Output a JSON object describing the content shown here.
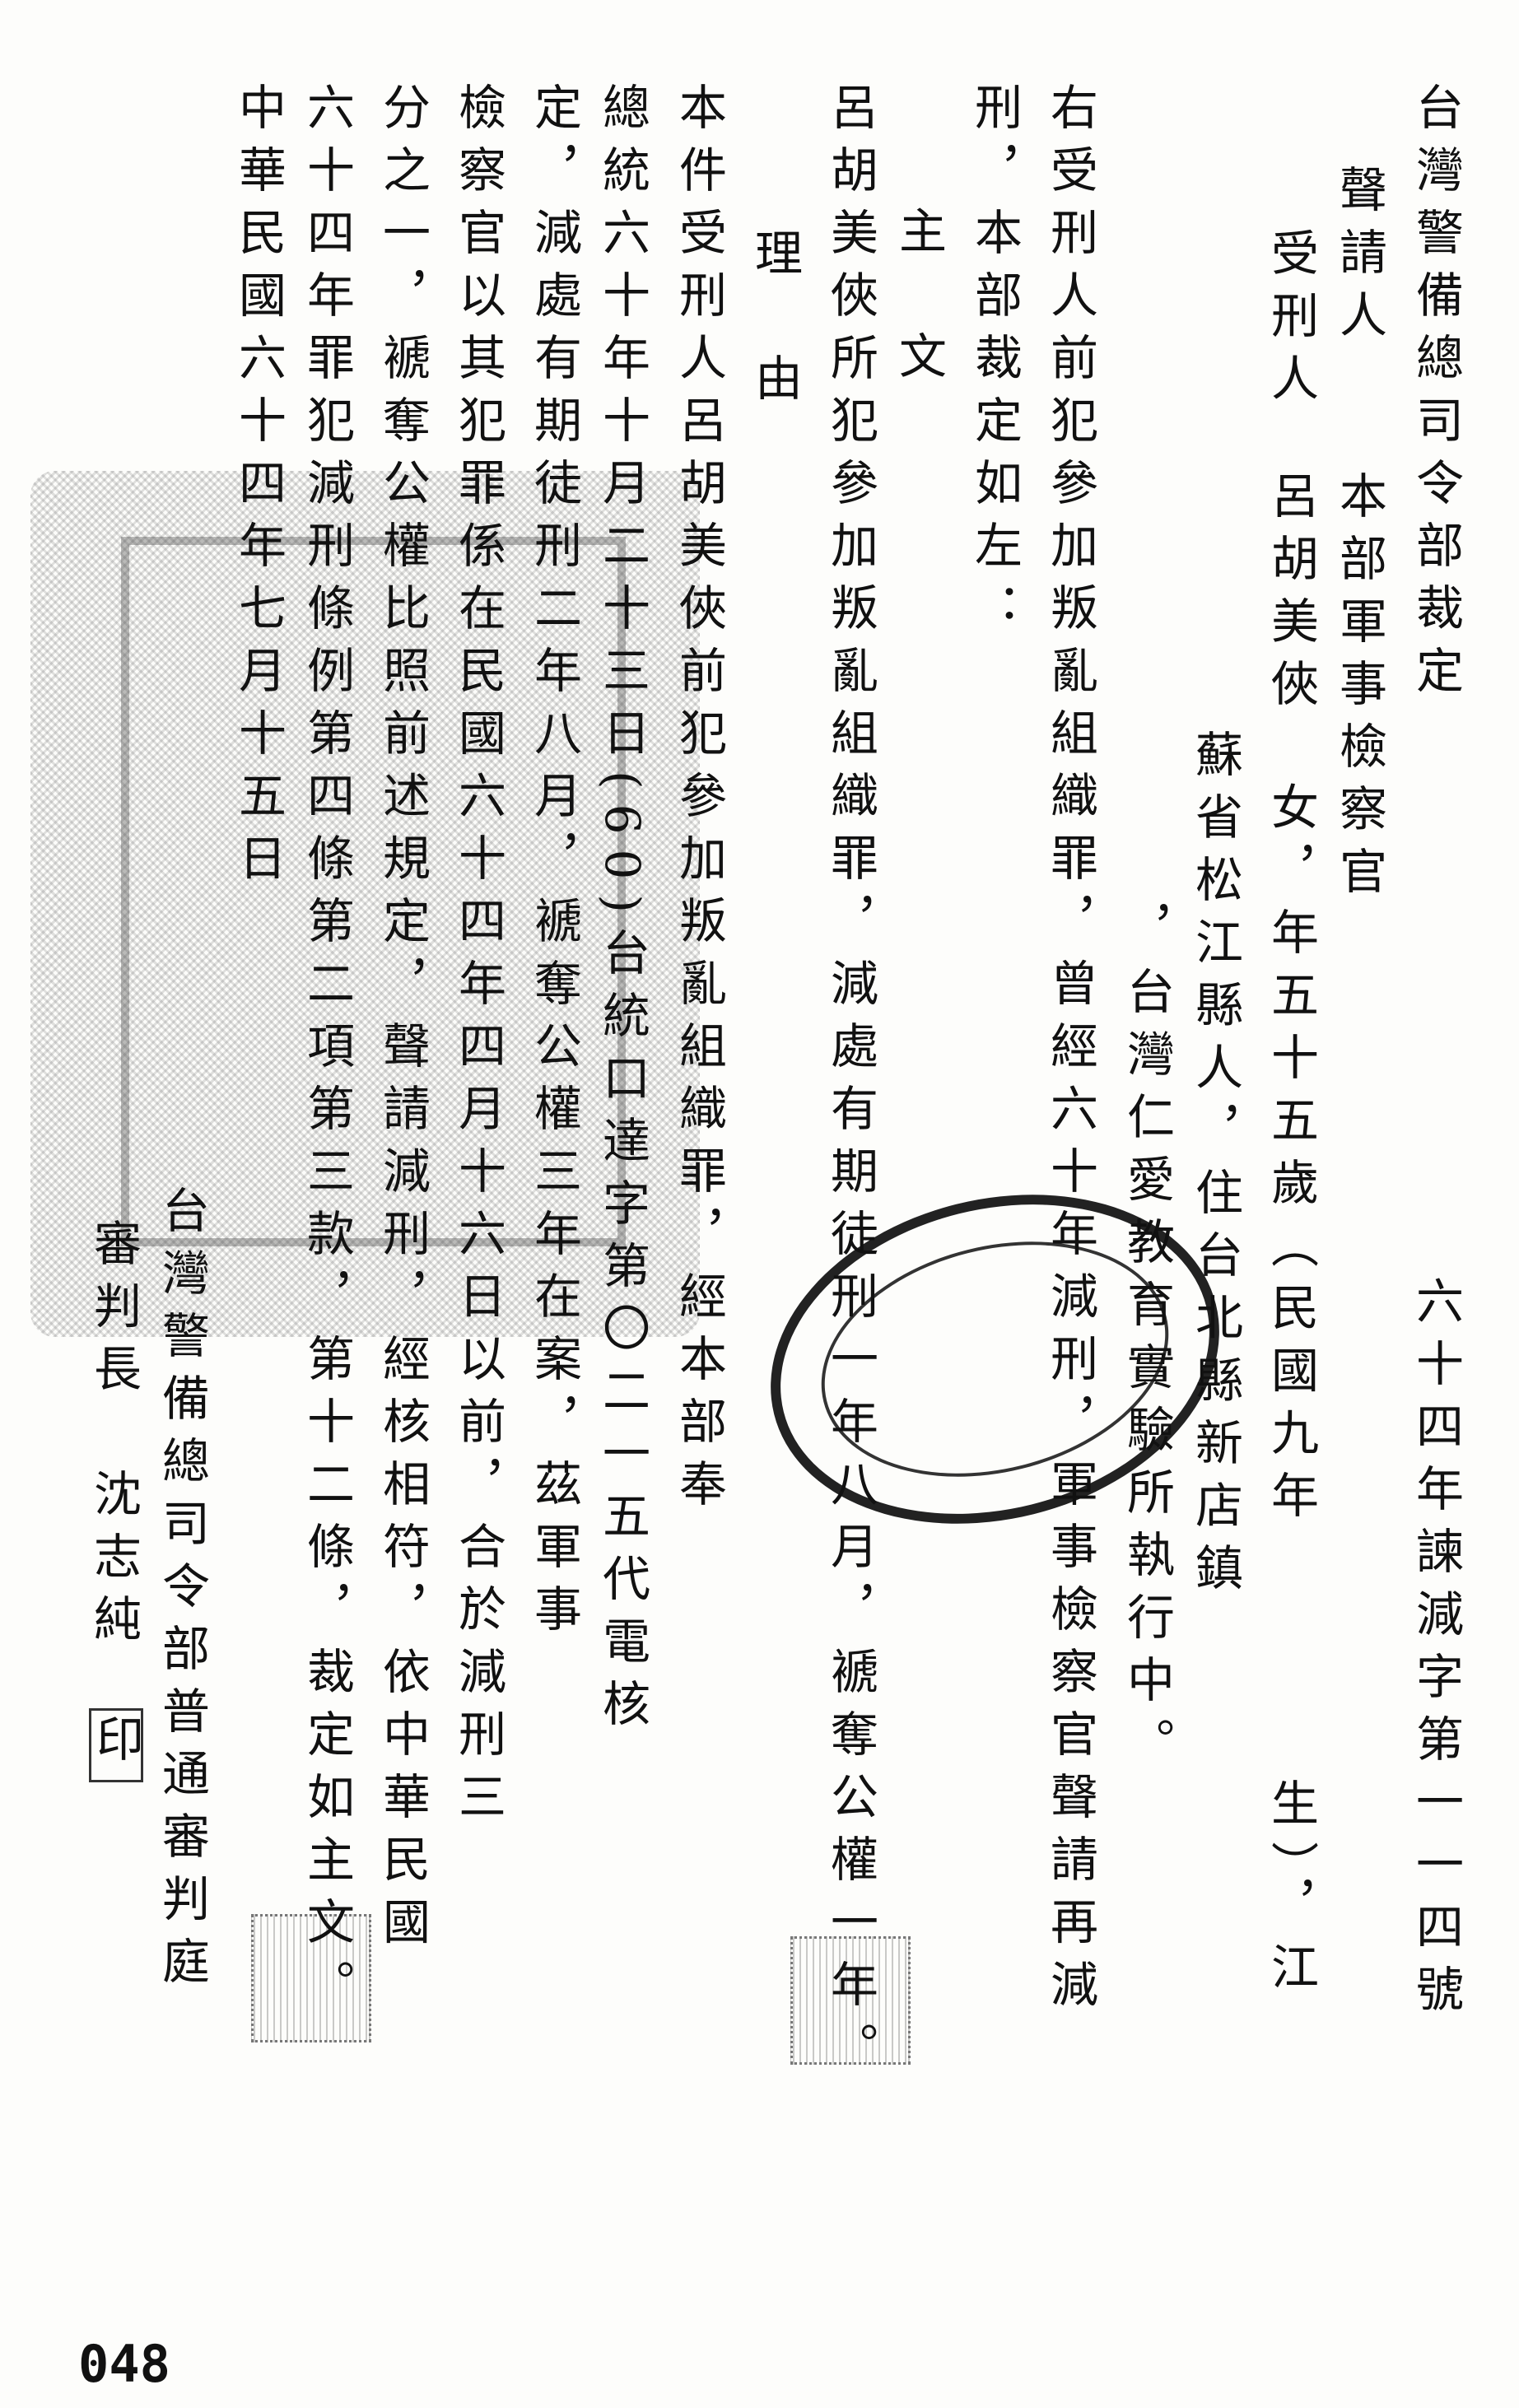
{
  "header": {
    "title": "台灣警備總司令部裁定",
    "case_number": "六十四年諫減字第一一四號"
  },
  "parties": {
    "petitioner_label": "聲請人",
    "petitioner": "本部軍事檢察官",
    "convict_label": "受刑人",
    "convict_name": "呂胡美俠",
    "convict_info_1": "女，年五十五歲（民國九年",
    "convict_info_2": "生），江",
    "convict_info_3": "蘇省松江縣人，住台北縣新店鎮",
    "convict_info_4": "，台灣仁愛教育實驗所執行中。"
  },
  "preamble": [
    "右受刑人前犯參加叛亂組織罪，曾經六十年減刑，軍事檢察官聲請再減",
    "刑，本部裁定如左："
  ],
  "ruling": {
    "heading": "主　文",
    "text": "呂胡美俠所犯參加叛亂組織罪，減處有期徒刑一年八月，褫奪公權一年。"
  },
  "reasons": {
    "heading": "理　由",
    "lines": [
      "本件受刑人呂胡美俠前犯參加叛亂組織罪，經本部奉",
      "總統六十年十月二十三日(60)台統口達字第〇二一五代電核",
      "定，減處有期徒刑二年八月，褫奪公權三年在案，茲軍事",
      "檢察官以其犯罪係在民國六十四年四月十六日以前，合於減刑三",
      "分之一，褫奪公權比照前述規定，聲請減刑，經核相符，依中華民國",
      "六十四年罪犯減刑條例第四條第二項第三款，第十二條，裁定如主文。"
    ]
  },
  "date": "中華民國六十四年七月十五日",
  "court": "台灣警備總司令部普通審判庭",
  "judge": "審判長　沈志純",
  "seal_mark": "印",
  "page_number": "048"
}
